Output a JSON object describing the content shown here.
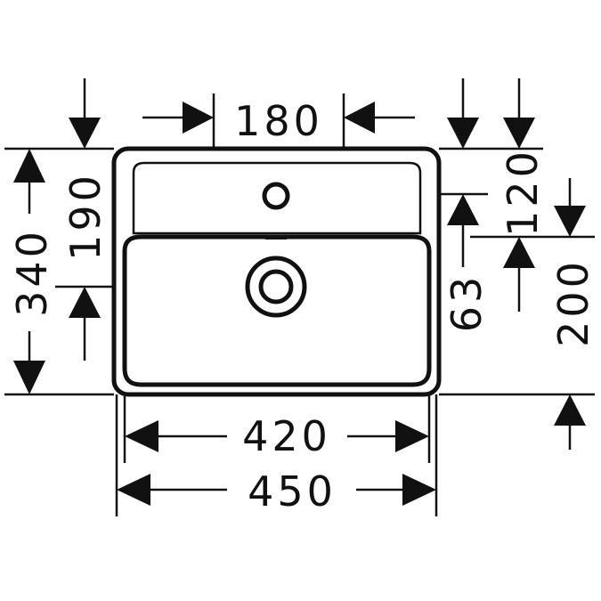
{
  "dimensions": {
    "width_top": "180",
    "width_inner": "420",
    "width_outer": "450",
    "height_total": "340",
    "height_upper": "190",
    "height_right_top": "120",
    "height_right_mid": "63",
    "height_right_bottom": "200"
  },
  "colors": {
    "line": "#111111",
    "background": "#ffffff"
  }
}
